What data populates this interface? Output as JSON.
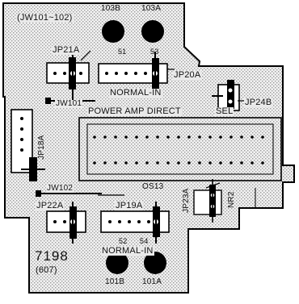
{
  "labels": {
    "jw101_102": "(JW101~102)",
    "hole_103b": "103B",
    "hole_103a": "103A",
    "jp21a": "JP21A",
    "pin_51": "51",
    "pin_53": "53",
    "jp20a": "JP20A",
    "normal_in_top": "NORMAL-IN",
    "jw101": "JW101",
    "power_amp_direct": "POWER AMP DIRECT",
    "sel": "SEL",
    "jp24b": "JP24B",
    "jp18a": "JP18A",
    "jw102": "JW102",
    "os13": "OS13",
    "jp23a": "JP23A",
    "nr2": "NR2",
    "jp22a": "JP22A",
    "jp19a": "JP19A",
    "pin_52": "52",
    "pin_54": "54",
    "code": "7198",
    "sub_code": "(607)",
    "normal_in_bottom": "NORMAL-IN",
    "hole_101b": "101B",
    "hole_101a": "101A"
  }
}
